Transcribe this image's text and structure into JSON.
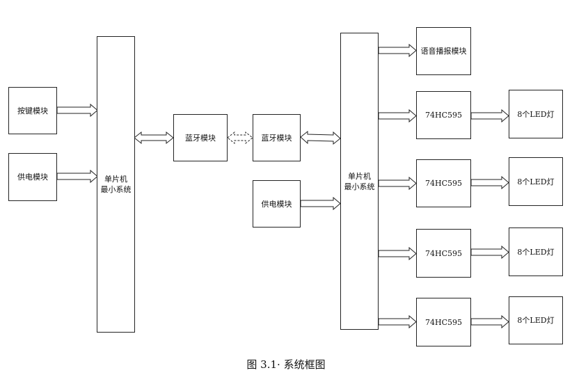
{
  "blocks": {
    "key_module": "按键模块",
    "power_left": "供电模块",
    "mcu_left_line1": "单片机",
    "mcu_left_line2": "最小系统",
    "bt_left": "蓝牙模块",
    "bt_right": "蓝牙模块",
    "power_right": "供电模块",
    "mcu_right_line1": "单片机",
    "mcu_right_line2": "最小系统",
    "voice": "语音播报模块",
    "shift_regs": [
      "74HC595",
      "74HC595",
      "74HC595",
      "74HC595"
    ],
    "led_groups": [
      "8个LED灯",
      "8个LED灯",
      "8个LED灯",
      "8个LED灯"
    ]
  },
  "caption": "图 3.1· 系统框图"
}
